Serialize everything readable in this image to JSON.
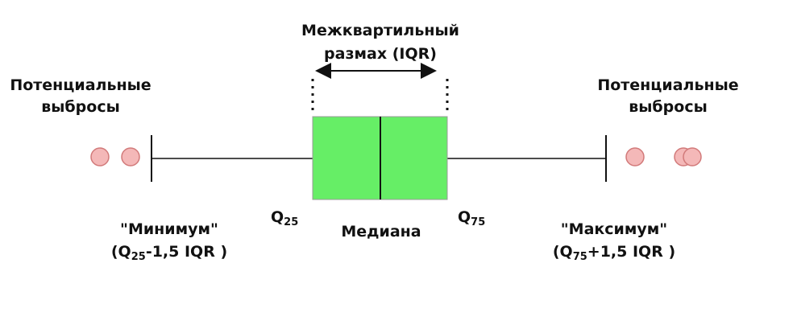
{
  "iqr_label": {
    "line1": "Межквартильный",
    "line2": "размах (IQR)"
  },
  "outliers_left_label": {
    "line1": "Потенциальные",
    "line2": "выбросы"
  },
  "outliers_right_label": {
    "line1": "Потенциальные",
    "line2": "выбросы"
  },
  "q25": {
    "letter": "Q",
    "sub": "25"
  },
  "q75": {
    "letter": "Q",
    "sub": "75"
  },
  "median_label": "Медиана",
  "minimum": {
    "title": "\"Минимум\"",
    "open": "(Q",
    "sub": "25",
    "rest": "-1,5 IQR )"
  },
  "maximum": {
    "title": "\"Максимум\"",
    "open": "(Q",
    "sub": "75",
    "rest": "+1,5 IQR )"
  },
  "colors": {
    "box": "#66ee66",
    "box_border": "#9a9a9a",
    "outlier_fill": "#f4b8b8",
    "outlier_stroke": "#d27a7a",
    "line": "#111111"
  }
}
